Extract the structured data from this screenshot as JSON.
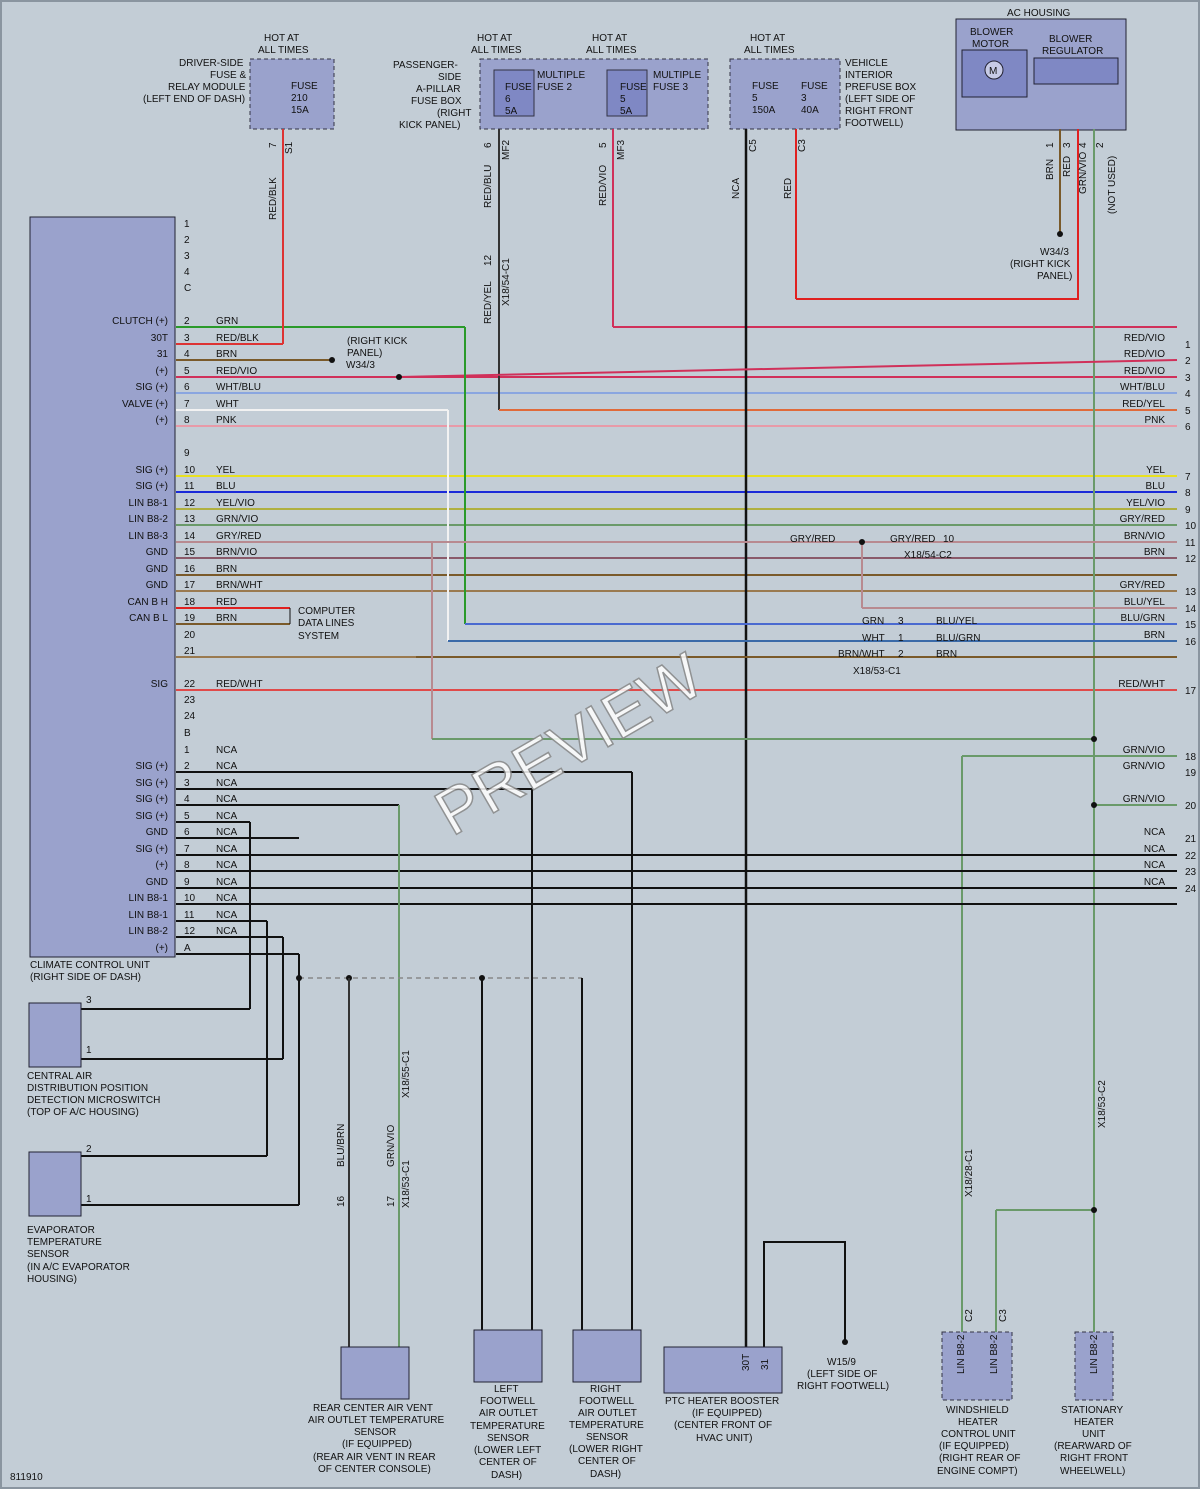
{
  "diagram_id": "811910",
  "watermark": "PREVIEW",
  "components": {
    "ccu": [
      "CLIMATE CONTROL UNIT",
      "(RIGHT SIDE OF DASH)"
    ],
    "fuse_module": [
      "DRIVER-SIDE",
      "FUSE &",
      "RELAY MODULE",
      "(LEFT END OF DASH)"
    ],
    "fuse15": [
      "FUSE",
      "210",
      "15A"
    ],
    "a_pillar": [
      "PASSENGER-",
      "SIDE",
      "A-PILLAR",
      "FUSE BOX",
      "(RIGHT",
      "KICK PANEL)"
    ],
    "mf2": [
      "MULTIPLE",
      "FUSE 2"
    ],
    "mf3": [
      "MULTIPLE",
      "FUSE 3"
    ],
    "fuse6": [
      "FUSE",
      "6",
      "5A"
    ],
    "fuse5a": [
      "FUSE",
      "5",
      "5A"
    ],
    "prefuse": [
      "VEHICLE",
      "INTERIOR",
      "PREFUSE BOX",
      "(LEFT SIDE OF",
      "RIGHT FRONT",
      "FOOTWELL)"
    ],
    "fuse150": [
      "FUSE",
      "5",
      "150A"
    ],
    "fuse40": [
      "FUSE",
      "3",
      "40A"
    ],
    "hot": [
      "HOT AT",
      "ALL TIMES"
    ],
    "ac_housing": "AC HOUSING",
    "blower_motor": [
      "BLOWER",
      "MOTOR"
    ],
    "blower_reg": [
      "BLOWER",
      "REGULATOR"
    ],
    "w34_top": [
      "W34/3",
      "(RIGHT KICK",
      "PANEL)"
    ],
    "w34_left": [
      "(RIGHT KICK",
      "PANEL)",
      "W34/3"
    ],
    "not_used": "(NOT USED)",
    "computer": [
      "COMPUTER",
      "DATA LINES",
      "SYSTEM"
    ],
    "microswitch": [
      "CENTRAL AIR",
      "DISTRIBUTION POSITION",
      "DETECTION MICROSWITCH",
      "(TOP OF A/C HOUSING)"
    ],
    "evap": [
      "EVAPORATOR",
      "TEMPERATURE",
      "SENSOR",
      "(IN A/C EVAPORATOR",
      "HOUSING)"
    ],
    "rear_vent": [
      "REAR CENTER AIR VENT",
      "AIR OUTLET TEMPERATURE",
      "SENSOR",
      "(IF EQUIPPED)",
      "(REAR AIR VENT IN REAR",
      "OF CENTER CONSOLE)"
    ],
    "left_fw": [
      "LEFT",
      "FOOTWELL",
      "AIR OUTLET",
      "TEMPERATURE",
      "SENSOR",
      "(LOWER LEFT",
      "CENTER OF",
      "DASH)"
    ],
    "right_fw": [
      "RIGHT",
      "FOOTWELL",
      "AIR OUTLET",
      "TEMPERATURE",
      "SENSOR",
      "(LOWER RIGHT",
      "CENTER OF",
      "DASH)"
    ],
    "ptc": [
      "PTC HEATER BOOSTER",
      "(IF EQUIPPED)",
      "(CENTER FRONT OF",
      "HVAC UNIT)"
    ],
    "w15": [
      "W15/9",
      "(LEFT SIDE OF",
      "RIGHT FOOTWELL)"
    ],
    "windshield": [
      "WINDSHIELD",
      "HEATER",
      "CONTROL UNIT",
      "(IF EQUIPPED)",
      "(RIGHT REAR OF",
      "ENGINE COMPT)"
    ],
    "stationary": [
      "STATIONARY",
      "HEATER",
      "UNIT",
      "(REARWARD OF",
      "RIGHT FRONT",
      "WHEELWELL)"
    ]
  },
  "ccu_pins_top": [
    {
      "pin": "1",
      "func": "",
      "left": "",
      "right": "",
      "num": ""
    },
    {
      "pin": "2",
      "func": "",
      "left": "",
      "right": "",
      "num": ""
    },
    {
      "pin": "3",
      "func": "",
      "left": "",
      "right": "",
      "num": ""
    },
    {
      "pin": "4",
      "func": "",
      "left": "",
      "right": "",
      "num": ""
    },
    {
      "pin": "C",
      "func": "",
      "left": "",
      "right": "",
      "num": ""
    },
    {
      "pin": "2",
      "func": "CLUTCH (+)",
      "left": "GRN",
      "right": "",
      "num": ""
    },
    {
      "pin": "3",
      "func": "30T",
      "left": "RED/BLK",
      "right": "RED/VIO",
      "num": "1"
    },
    {
      "pin": "4",
      "func": "31",
      "left": "BRN",
      "right": "RED/VIO",
      "num": "2"
    },
    {
      "pin": "5",
      "func": "(+)",
      "left": "RED/VIO",
      "right": "RED/VIO",
      "num": "3"
    },
    {
      "pin": "6",
      "func": "SIG (+)",
      "left": "WHT/BLU",
      "right": "WHT/BLU",
      "num": "4"
    },
    {
      "pin": "7",
      "func": "VALVE (+)",
      "left": "WHT",
      "right": "RED/YEL",
      "num": "5"
    },
    {
      "pin": "8",
      "func": "(+)",
      "left": "PNK",
      "right": "PNK",
      "num": "6"
    }
  ],
  "ccu_pins_mid": [
    {
      "pin": "9",
      "func": "",
      "left": "",
      "right": "",
      "num": ""
    },
    {
      "pin": "10",
      "func": "SIG (+)",
      "left": "YEL",
      "right": "YEL",
      "num": "7"
    },
    {
      "pin": "11",
      "func": "SIG (+)",
      "left": "BLU",
      "right": "BLU",
      "num": "8"
    },
    {
      "pin": "12",
      "func": "LIN B8-1",
      "left": "YEL/VIO",
      "right": "YEL/VIO",
      "num": "9"
    },
    {
      "pin": "13",
      "func": "LIN B8-2",
      "left": "GRN/VIO",
      "right": "GRY/RED",
      "num": "10"
    },
    {
      "pin": "14",
      "func": "LIN B8-3",
      "left": "GRY/RED",
      "right": "BRN/VIO",
      "num": "11"
    },
    {
      "pin": "15",
      "func": "GND",
      "left": "BRN/VIO",
      "right": "BRN",
      "num": "12"
    },
    {
      "pin": "16",
      "func": "GND",
      "left": "BRN",
      "right": "",
      "num": ""
    },
    {
      "pin": "17",
      "func": "GND",
      "left": "BRN/WHT",
      "right": "GRY/RED",
      "num": "13"
    },
    {
      "pin": "18",
      "func": "CAN B H",
      "left": "RED",
      "right": "BLU/YEL",
      "num": "14"
    },
    {
      "pin": "19",
      "func": "CAN B L",
      "left": "BRN",
      "right": "BLU/GRN",
      "num": "15"
    },
    {
      "pin": "20",
      "func": "",
      "left": "",
      "right": "BRN",
      "num": "16"
    },
    {
      "pin": "21",
      "func": "",
      "left": "",
      "right": "",
      "num": ""
    },
    {
      "pin": "22",
      "func": "SIG",
      "left": "RED/WHT",
      "right": "RED/WHT",
      "num": "17"
    },
    {
      "pin": "23",
      "func": "",
      "left": "",
      "right": "",
      "num": ""
    },
    {
      "pin": "24",
      "func": "",
      "left": "",
      "right": "",
      "num": ""
    },
    {
      "pin": "B",
      "func": "",
      "left": "",
      "right": "",
      "num": ""
    }
  ],
  "ccu_pins_bot": [
    {
      "pin": "1",
      "func": "",
      "left": "NCA",
      "right": "GRN/VIO",
      "num": "18"
    },
    {
      "pin": "2",
      "func": "SIG (+)",
      "left": "NCA",
      "right": "GRN/VIO",
      "num": "19"
    },
    {
      "pin": "3",
      "func": "SIG (+)",
      "left": "NCA",
      "right": "",
      "num": ""
    },
    {
      "pin": "4",
      "func": "SIG (+)",
      "left": "NCA",
      "right": "GRN/VIO",
      "num": "20"
    },
    {
      "pin": "5",
      "func": "SIG (+)",
      "left": "NCA",
      "right": "",
      "num": ""
    },
    {
      "pin": "6",
      "func": "GND",
      "left": "NCA",
      "right": "NCA",
      "num": "21"
    },
    {
      "pin": "7",
      "func": "SIG (+)",
      "left": "NCA",
      "right": "NCA",
      "num": "22"
    },
    {
      "pin": "8",
      "func": "(+)",
      "left": "NCA",
      "right": "NCA",
      "num": "23"
    },
    {
      "pin": "9",
      "func": "GND",
      "left": "NCA",
      "right": "NCA",
      "num": "24"
    },
    {
      "pin": "10",
      "func": "LIN B8-1",
      "left": "NCA",
      "right": "",
      "num": ""
    },
    {
      "pin": "11",
      "func": "LIN B8-1",
      "left": "NCA",
      "right": "",
      "num": ""
    },
    {
      "pin": "12",
      "func": "LIN B8-2",
      "left": "NCA",
      "right": "",
      "num": ""
    },
    {
      "pin": "A",
      "func": "(+)",
      "left": "",
      "right": "",
      "num": ""
    }
  ],
  "mid_labels": [
    {
      "t": "GRY/RED",
      "cls": "a"
    },
    {
      "t": "GRY/RED",
      "cls": "b"
    },
    {
      "t": "10",
      "cls": "c"
    },
    {
      "t": "X18/54-C2",
      "cls": "d"
    },
    {
      "t": "GRN",
      "cls": "e"
    },
    {
      "t": "3",
      "cls": "f"
    },
    {
      "t": "BLU/YEL",
      "cls": "g"
    },
    {
      "t": "WHT",
      "cls": "h"
    },
    {
      "t": "1",
      "cls": "i"
    },
    {
      "t": "BLU/GRN",
      "cls": "j"
    },
    {
      "t": "BRN/WHT",
      "cls": "k"
    },
    {
      "t": "2",
      "cls": "l"
    },
    {
      "t": "BRN",
      "cls": "m"
    },
    {
      "t": "X18/53-C1",
      "cls": "n"
    }
  ],
  "vertical_labels": {
    "redblk": "RED/BLK",
    "redblu": "RED/BLU",
    "redvio": "RED/VIO",
    "nca": "NCA",
    "red": "RED",
    "redyel": "RED/YEL",
    "x1854c1": "X18/54-C1",
    "pin12": "12",
    "brn": "BRN",
    "red2": "RED",
    "grnvio": "GRN/VIO",
    "p7": "7",
    "s1": "S1",
    "p6": "6",
    "mf2": "MF2",
    "p5": "5",
    "mf3": "MF3",
    "c5": "C5",
    "c3": "C3",
    "p1": "1",
    "p3": "3",
    "p4": "4",
    "p2": "2",
    "bluebrn": "BLU/BRN",
    "grnvio2": "GRN/VIO",
    "x1855c1": "X18/55-C1",
    "x1853c1": "X18/53-C1",
    "p16": "16",
    "p17": "17",
    "x1828c1": "X18/28-C1",
    "x1853c2": "X18/53-C2",
    "c2": "C2",
    "c3b": "C3"
  },
  "sensor_pins": {
    "ms3": "3",
    "ms1": "1",
    "ev2": "2",
    "ev1": "1",
    "ptc30t": "30T",
    "ptc31": "31",
    "w1": "LIN B8-2",
    "w2": "LIN B8-2",
    "st": "LIN B8-2"
  }
}
